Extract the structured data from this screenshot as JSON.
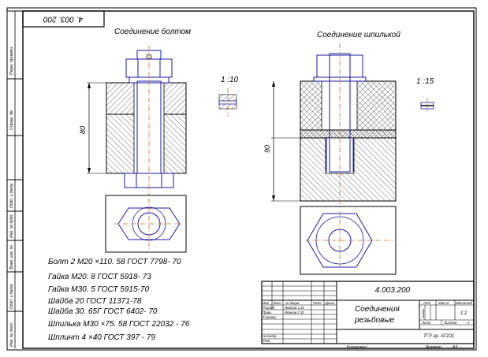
{
  "drawing": {
    "stamp_code": "4. 003. 200",
    "title_bolt": "Соединение болтом",
    "title_stud": "Соединение шпилькой",
    "scale_bolt": "1 :10",
    "scale_stud": "1 :15",
    "dim_bolt": "80",
    "dim_stud": "90",
    "side_labels": [
      "Перв. примен.",
      "Справ. №",
      "Подп. и дата",
      "Инв. № дубл.",
      "Взам. инв. №",
      "Подп. и дата",
      "Инв. № подл."
    ],
    "parts": [
      "Болт 2 М20 ×110. 58 ГОСТ 7798- 70",
      "Гайка М20. 8 ГОСТ 5918- 73",
      "Гайка  М30. 5 ГОСТ 5915-70",
      "Шайба 20 ГОСТ 11371-78",
      "Шайба 30.  65Г ГОСТ 6402- 70",
      "Шпилька М30 ×75. 58 ГОСТ 22032 -  76",
      "Шплинт 4 ×40 ГОСТ 397 -  79"
    ]
  },
  "title_block": {
    "doc_code": "4.003.200",
    "name_line1": "Соединения",
    "name_line2": "резьбовые",
    "header_cells": [
      "Изм",
      "Лист",
      "№ докум.",
      "Подп.",
      "Дата"
    ],
    "role_razrab": "Разраб.",
    "role_prov": "Пров.",
    "role_tkontr": "Т.контр",
    "role_nkontr": "Н.контр",
    "role_utv": "Утв.",
    "name_razrab": "Иванов С.В.",
    "name_prov": "Иванов С.В.",
    "lit_label": "Лит",
    "mass_label": "Масса",
    "scale_label": "Масштаб",
    "scale_value": "1:1",
    "sheet_label": "Лист",
    "sheets_label": "Листов",
    "sheets_value": "1",
    "org": "ТГУ гр. АТ101",
    "copied": "Копировал",
    "format": "Формат",
    "format_value": "А3"
  }
}
